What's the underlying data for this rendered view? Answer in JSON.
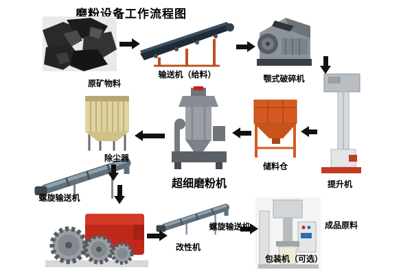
{
  "title": "磨粉设备工作流程图",
  "nodes": {
    "raw_material": {
      "label": "原矿物料"
    },
    "conveyor": {
      "label": "输送机（给料）"
    },
    "jaw_crusher": {
      "label": "颚式破碎机"
    },
    "elevator": {
      "label": "提升机"
    },
    "silo": {
      "label": "储料仓"
    },
    "mill": {
      "label": "超细磨粉机"
    },
    "dust_collector": {
      "label": "除尘器"
    },
    "screw_conveyor_1": {
      "label": "螺旋输送机"
    },
    "modifier": {
      "label": "改性机"
    },
    "screw_conveyor_2": {
      "label": "螺旋输送机"
    },
    "packer": {
      "label": "包装机（可选）"
    },
    "finished_product": {
      "label": "成品原料"
    }
  },
  "flow": [
    "原矿物料 → 输送机（给料）",
    "输送机（给料） → 颚式破碎机",
    "颚式破碎机 → 提升机",
    "提升机 → 储料仓",
    "储料仓 → 超细磨粉机",
    "超细磨粉机 → 除尘器",
    "除尘器 → 螺旋输送机",
    "螺旋输送机 → 改性机",
    "改性机 → 螺旋输送机",
    "螺旋输送机 → 包装机（可选）",
    "包装机（可选） → 成品原料"
  ],
  "colors": {
    "arrow": "#111111",
    "silo_orange": "#d65a1f",
    "machine_red": "#c0281c",
    "elevator_base_red": "#c23b22",
    "dust_collector_yellow": "#e0d49e",
    "belt_dark": "#1f2b36"
  }
}
